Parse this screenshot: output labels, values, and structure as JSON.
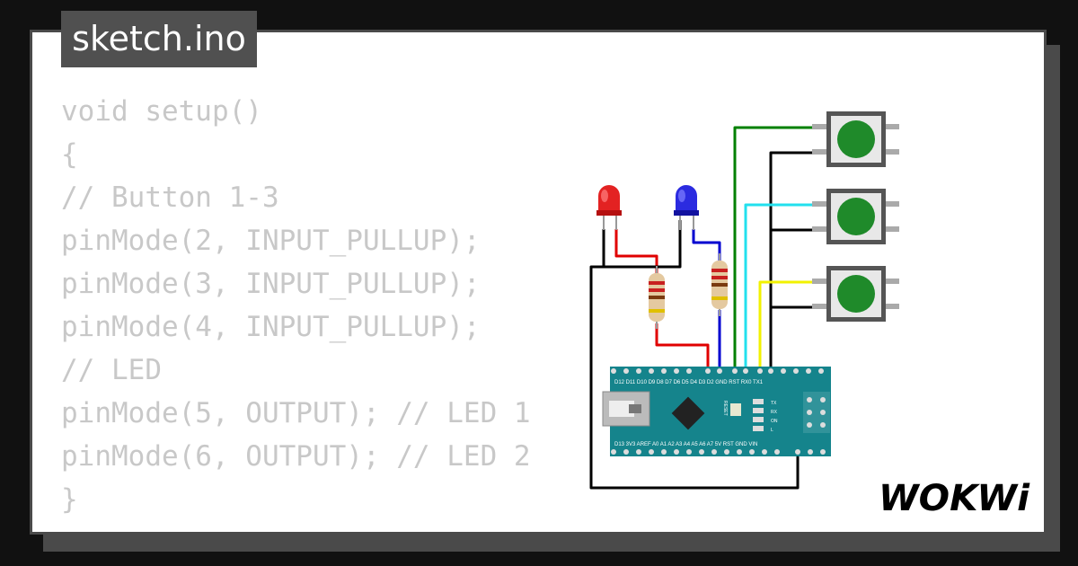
{
  "file_tab": {
    "label": "sketch.ino"
  },
  "code_lines": [
    "void setup()",
    "{",
    "// Button 1-3",
    "pinMode(2, INPUT_PULLUP);",
    "pinMode(3, INPUT_PULLUP);",
    "pinMode(4, INPUT_PULLUP);",
    "// LED",
    "pinMode(5, OUTPUT); // LED 1",
    "pinMode(6, OUTPUT); // LED 2",
    "}"
  ],
  "board": {
    "top_pins": "D12 D11 D10 D9 D8 D7 D6 D5 D4 D3 D2 GND RST RX0 TX1",
    "bottom_pins": "D13 3V3 AREF A0 A1 A2 A3 A4 A5 A6 A7 5V RST GND VIN",
    "reset_label": "RESET",
    "led_labels": [
      "TX",
      "RX",
      "ON",
      "L"
    ]
  },
  "logo": {
    "text": "WOKWi"
  },
  "colors": {
    "wire_red": "#e00000",
    "wire_blue": "#0000d0",
    "wire_green": "#008000",
    "wire_cyan": "#22e0ee",
    "wire_yellow": "#f2f200",
    "wire_black": "#000000",
    "board": "#15848c",
    "button_cap": "#1f8a2a"
  },
  "icons": [
    "red-led-icon",
    "blue-led-icon",
    "resistor-icon",
    "pushbutton-icon",
    "usb-port-icon",
    "microcontroller-chip-icon"
  ]
}
